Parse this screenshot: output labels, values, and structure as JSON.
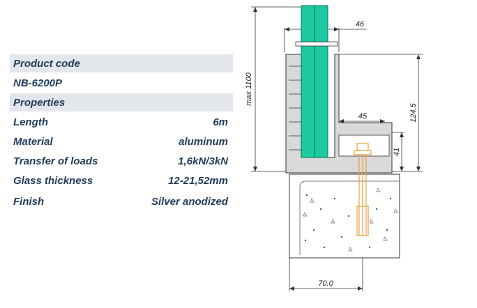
{
  "specs": {
    "product_code_label": "Product code",
    "product_code_value": "NB-6200P",
    "properties_label": "Properties",
    "rows": [
      {
        "label": "Length",
        "value": "6m"
      },
      {
        "label": "Material",
        "value": "aluminum"
      },
      {
        "label": "Transfer of loads",
        "value": "1,6kN/3kN"
      },
      {
        "label": "Glass thickness",
        "value": "12-21,52mm"
      },
      {
        "label": "Finish",
        "value": "Silver anodized"
      }
    ]
  },
  "drawing": {
    "dim_height": "max 1100",
    "dim_top_width": "46",
    "dim_profile_height": "124,5",
    "dim_base_width": "45",
    "dim_base_height": "41",
    "dim_anchor_distance": "70.0"
  },
  "colors": {
    "text": "#1f3b5a",
    "row_shade": "#e3e6ea",
    "glass": "#1cc9a0",
    "profile": "#d9d9d9",
    "bolt": "#e8a040"
  }
}
